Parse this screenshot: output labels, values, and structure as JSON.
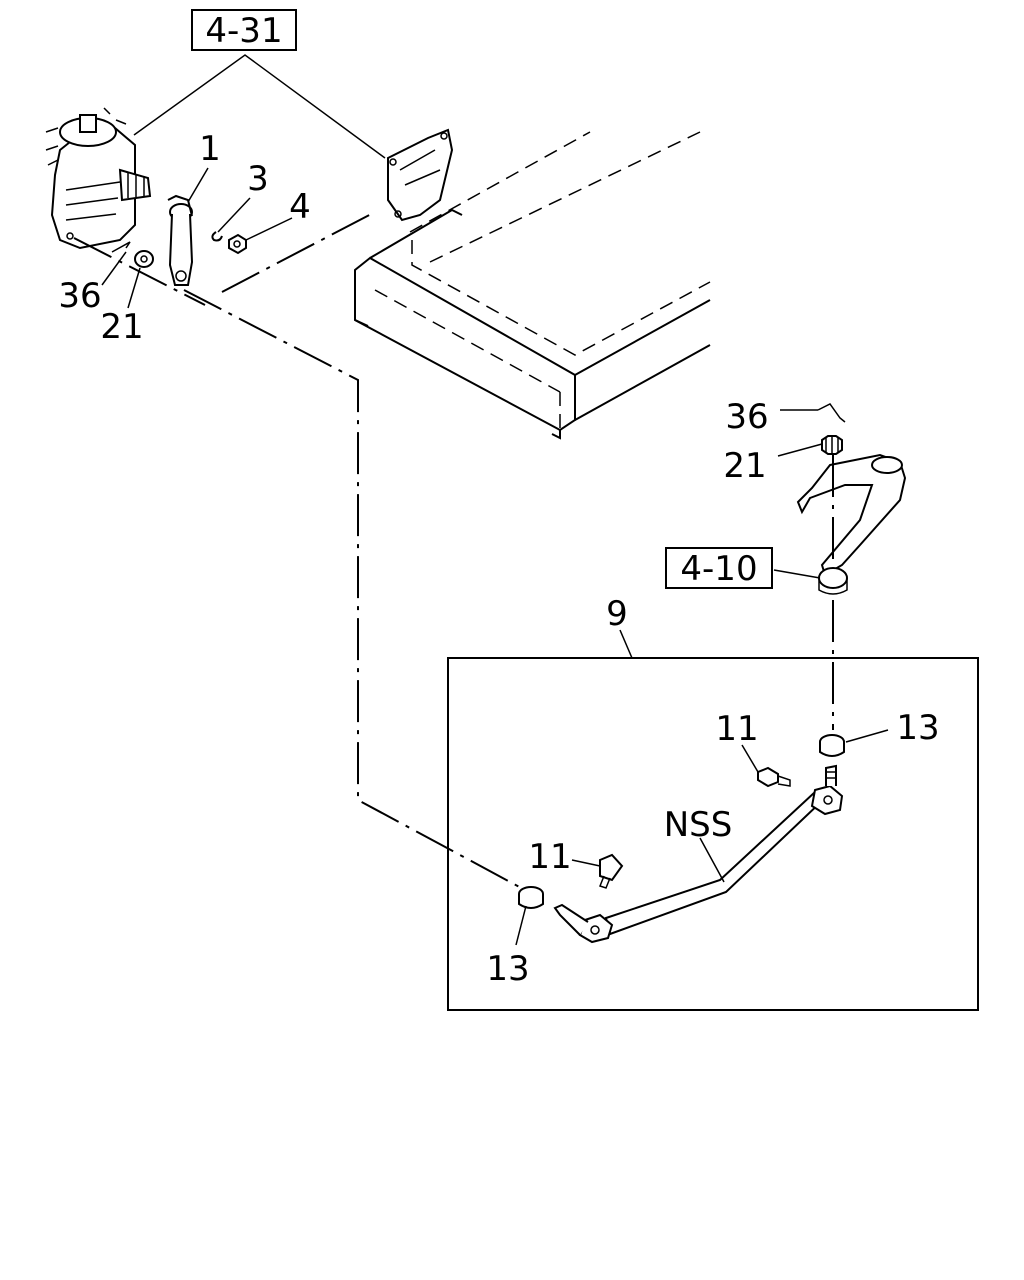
{
  "callouts": {
    "ref_4_31": "4-31",
    "ref_4_10": "4-10",
    "item_1": "1",
    "item_3": "3",
    "item_4": "4",
    "item_36_upper": "36",
    "item_21_upper": "21",
    "item_36_right": "36",
    "item_21_right": "21",
    "item_9": "9",
    "item_11_upper": "11",
    "item_13_right": "13",
    "nss_label": "NSS",
    "item_11_lower": "11",
    "item_13_lower": "13"
  }
}
